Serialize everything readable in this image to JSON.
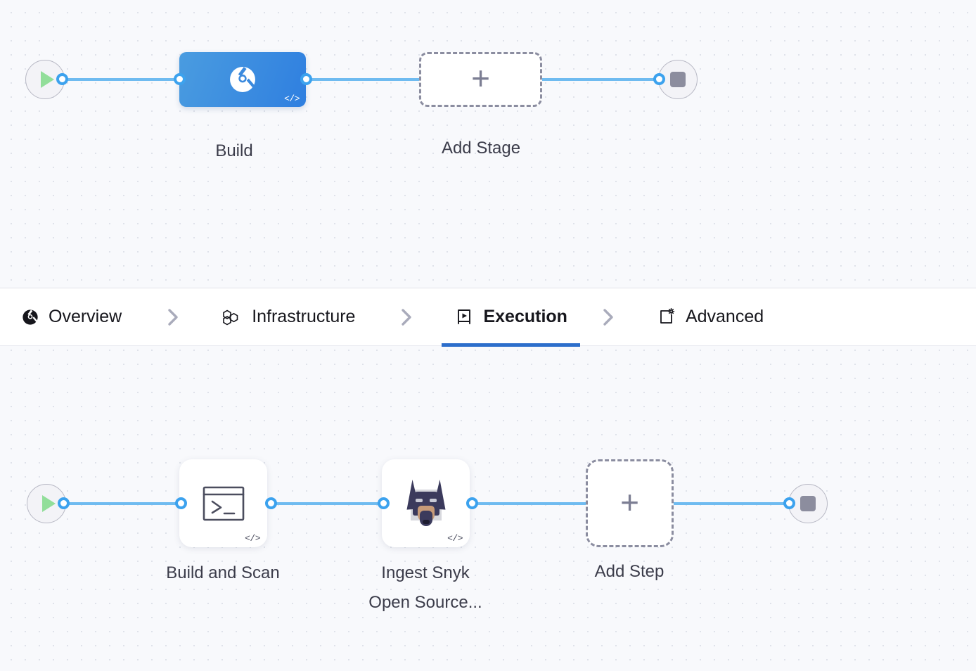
{
  "theme": {
    "canvas_bg": "#f8f9fc",
    "grid_dot": "#dfe2ea",
    "edge_color": "#6fbbf0",
    "connector_ring": "#3ca2ee",
    "stage_blue_start": "#4a9ce0",
    "stage_blue_end": "#2f7fe0",
    "active_tab_underline": "#2c6ecb",
    "label_text": "#3b3c4a",
    "start_play_green": "#92de9a",
    "stop_square_gray": "#8c8d9e",
    "dashed_border": "#8b8da0"
  },
  "stage_graph": {
    "start_node": {
      "icon": "play-icon",
      "title": "Start"
    },
    "end_node": {
      "icon": "stop-icon",
      "title": "End"
    },
    "nodes": [
      {
        "id": "build-stage",
        "label": "Build",
        "icon": "ci-build-icon",
        "badge": "</>",
        "selected": true
      }
    ],
    "add_placeholder": {
      "label": "Add Stage",
      "icon": "plus-icon"
    }
  },
  "tabs": {
    "items": [
      {
        "id": "overview",
        "label": "Overview",
        "icon": "ci-build-icon",
        "active": false
      },
      {
        "id": "infrastructure",
        "label": "Infrastructure",
        "icon": "hexagons-icon",
        "active": false
      },
      {
        "id": "execution",
        "label": "Execution",
        "icon": "play-in-frame-icon",
        "active": true
      },
      {
        "id": "advanced",
        "label": "Advanced",
        "icon": "panel-gear-icon",
        "active": false
      }
    ],
    "separator_icon": "chevron-right-icon"
  },
  "step_graph": {
    "start_node": {
      "icon": "play-icon",
      "title": "Start"
    },
    "end_node": {
      "icon": "stop-icon",
      "title": "End"
    },
    "nodes": [
      {
        "id": "build-and-scan",
        "label": "Build and Scan",
        "icon": "terminal-icon",
        "badge": "</>"
      },
      {
        "id": "ingest-snyk-open-source",
        "label": "Ingest Snyk\nOpen Source...",
        "icon": "snyk-doberman-icon",
        "badge": "</>"
      }
    ],
    "add_placeholder": {
      "label": "Add Step",
      "icon": "plus-icon"
    }
  }
}
